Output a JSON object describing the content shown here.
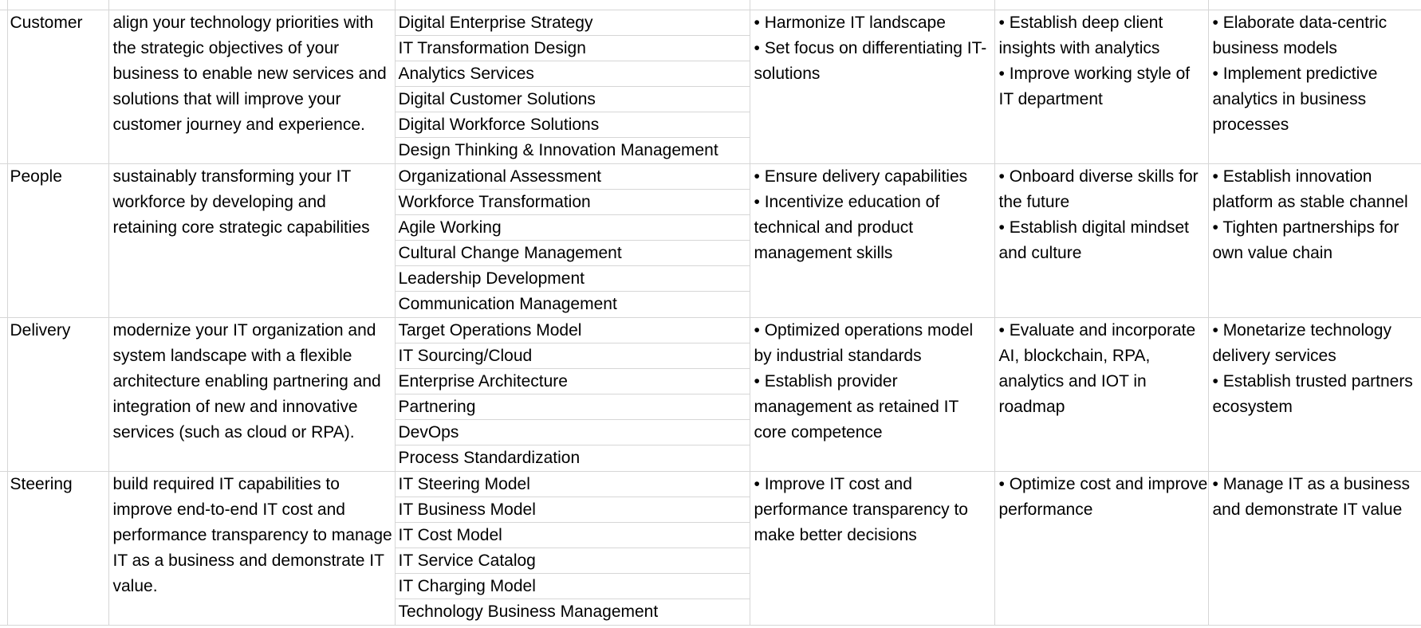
{
  "rows": [
    {
      "category": "Customer",
      "description": "align your technology priorities with the strategic objectives of your business to enable new services and solutions that will improve your customer journey and experience.",
      "services": [
        "Digital Enterprise Strategy",
        "IT Transformation Design",
        "Analytics Services",
        "Digital Customer Solutions",
        "Digital Workforce Solutions",
        "Design Thinking & Innovation Management"
      ],
      "col_a": [
        "Harmonize IT landscape",
        "Set focus on differentiating IT-solutions"
      ],
      "col_b": [
        "Establish deep client insights with analytics",
        "Improve working style of IT department"
      ],
      "col_c": [
        "Elaborate data-centric business models",
        "Implement predictive analytics in business processes"
      ]
    },
    {
      "category": "People",
      "description": "sustainably transforming your IT workforce by developing and retaining core strategic capabilities",
      "services": [
        "Organizational Assessment",
        "Workforce Transformation",
        "Agile Working",
        "Cultural Change Management",
        "Leadership Development",
        "Communication Management"
      ],
      "col_a": [
        "Ensure delivery capabilities",
        "Incentivize education of technical and product management skills"
      ],
      "col_b": [
        "Onboard diverse skills for the future",
        "Establish digital mindset and culture"
      ],
      "col_c": [
        "Establish innovation platform as stable channel",
        "Tighten partnerships for own value chain"
      ]
    },
    {
      "category": "Delivery",
      "description": "modernize your IT organization and system landscape with a flexible architecture enabling partnering and integration of new and innovative services (such as cloud or RPA).",
      "services": [
        "Target Operations Model",
        "IT Sourcing/Cloud",
        "Enterprise Architecture",
        "Partnering",
        "DevOps",
        "Process Standardization"
      ],
      "col_a": [
        "Optimized operations model by industrial standards",
        "Establish provider management as retained IT core competence"
      ],
      "col_b": [
        "Evaluate and incorporate AI, blockchain, RPA, analytics and IOT in roadmap"
      ],
      "col_c": [
        "Monetarize technology delivery services",
        "Establish trusted partners ecosystem"
      ]
    },
    {
      "category": "Steering",
      "description": "build required IT capabilities to improve end-to-end IT cost and performance transparency to manage IT as a business and demonstrate IT value.",
      "services": [
        "IT Steering Model",
        "IT Business Model",
        "IT Cost Model",
        "IT Service Catalog",
        "IT Charging Model",
        "Technology Business Management"
      ],
      "col_a": [
        "Improve IT cost and performance transparency to make better decisions"
      ],
      "col_b": [
        "Optimize cost and improve performance"
      ],
      "col_c": [
        "Manage IT as a business and demonstrate IT value"
      ]
    }
  ],
  "bullet_char": "•",
  "colors": {
    "gridline": "#d6d6d6",
    "text": "#000000",
    "background": "#ffffff"
  }
}
